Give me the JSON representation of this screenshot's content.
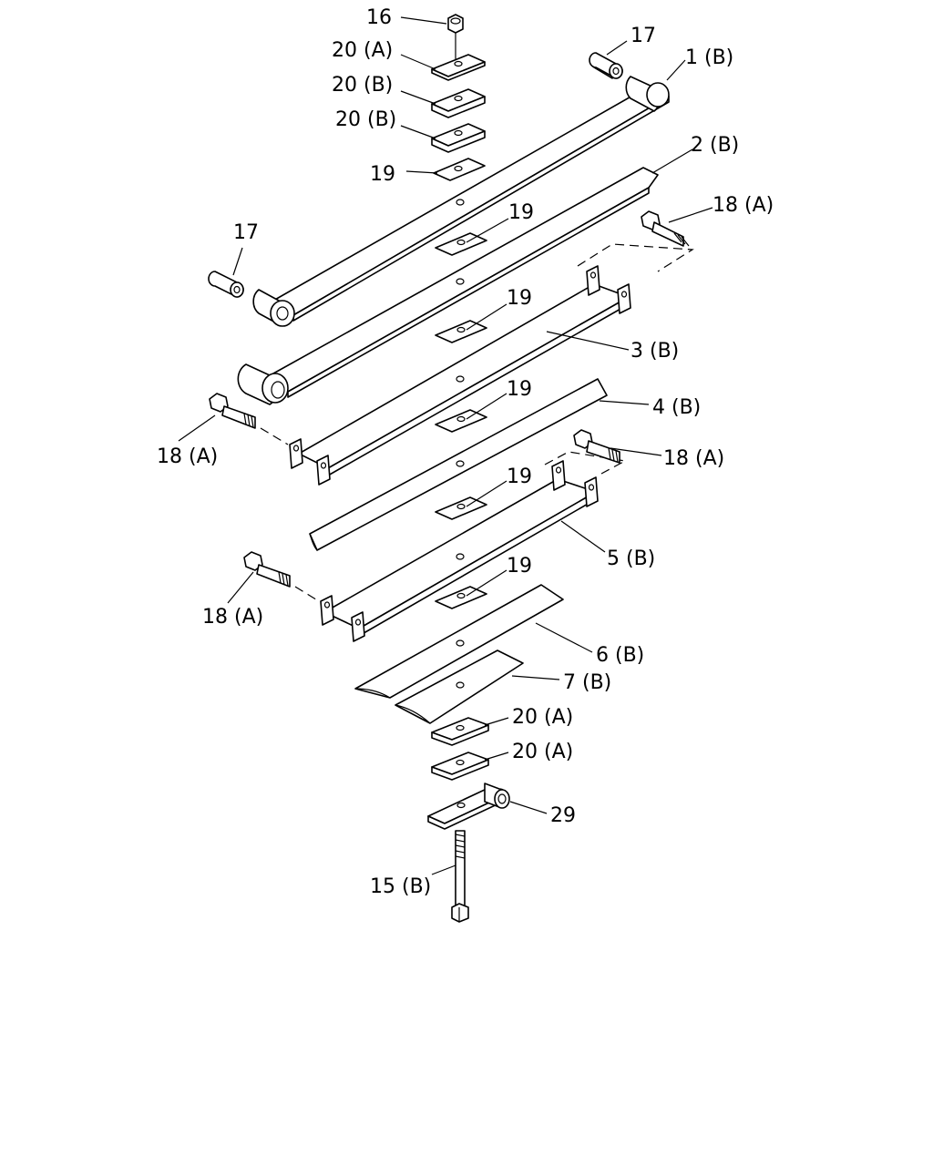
{
  "labels": {
    "p16": "16",
    "p20a_1": "20 (A)",
    "p20b_1": "20 (B)",
    "p20b_2": "20 (B)",
    "p19_1": "19",
    "p17_top": "17",
    "p1b": "1 (B)",
    "p2b": "2 (B)",
    "p18a_1": "18 (A)",
    "p19_2": "19",
    "p17_left": "17",
    "p19_3": "19",
    "p3b": "3 (B)",
    "p4b": "4 (B)",
    "p19_4": "19",
    "p18a_2": "18 (A)",
    "p18a_3": "18 (A)",
    "p19_5": "19",
    "p5b": "5 (B)",
    "p19_6": "19",
    "p18a_4": "18 (A)",
    "p6b": "6 (B)",
    "p7b": "7 (B)",
    "p20a_2": "20 (A)",
    "p20a_3": "20 (A)",
    "p29": "29",
    "p15b": "15 (B)"
  }
}
